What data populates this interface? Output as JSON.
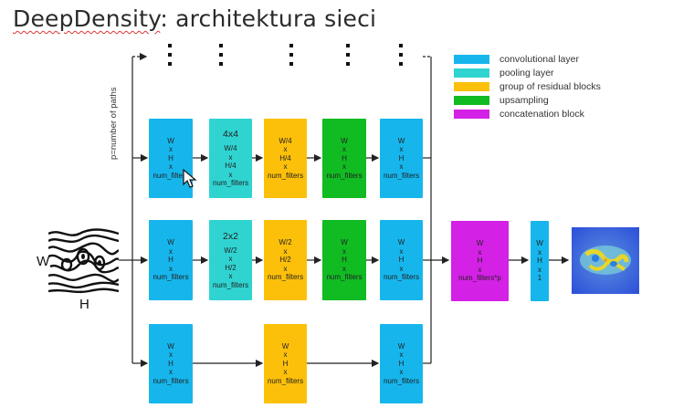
{
  "title": {
    "first": "DeepDensity",
    "rest": ": architektura sieci"
  },
  "legend": [
    {
      "label": "convolutional layer",
      "color": "#16b6ec"
    },
    {
      "label": "pooling layer",
      "color": "#2fd4d1"
    },
    {
      "label": "group of residual blocks",
      "color": "#fcc00a"
    },
    {
      "label": "upsampling",
      "color": "#11bb22"
    },
    {
      "label": "concatenation block",
      "color": "#d421e6"
    }
  ],
  "paths_label": "p=number of paths",
  "input": {
    "w": "W",
    "h": "H"
  },
  "rows": {
    "r1": {
      "conv1": [
        "W",
        "x",
        "H",
        "x",
        "num_filters"
      ],
      "pool_head": "4x4",
      "pool": [
        "W/4",
        "x",
        "H/4",
        "x",
        "num_filters"
      ],
      "res": [
        "W/4",
        "x",
        "H/4",
        "x",
        "num_filters"
      ],
      "up": [
        "W",
        "x",
        "H",
        "x",
        "num_filters"
      ],
      "conv2": [
        "W",
        "x",
        "H",
        "x",
        "num_filters"
      ]
    },
    "r2": {
      "conv1": [
        "W",
        "x",
        "H",
        "x",
        "num_filters"
      ],
      "pool_head": "2x2",
      "pool": [
        "W/2",
        "x",
        "H/2",
        "x",
        "num_filters"
      ],
      "res": [
        "W/2",
        "x",
        "H/2",
        "x",
        "num_filters"
      ],
      "up": [
        "W",
        "x",
        "H",
        "x",
        "num_filters"
      ],
      "conv2": [
        "W",
        "x",
        "H",
        "x",
        "num_filters"
      ]
    },
    "r3": {
      "conv1": [
        "W",
        "x",
        "H",
        "x",
        "num_filters"
      ],
      "res": [
        "W",
        "x",
        "H",
        "x",
        "num_filters"
      ],
      "conv2": [
        "W",
        "x",
        "H",
        "x",
        "num_filters"
      ]
    }
  },
  "concat": [
    "W",
    "x",
    "H",
    "x",
    "num_filters*p"
  ],
  "final_conv": [
    "W",
    "x",
    "H",
    "x",
    "1"
  ]
}
